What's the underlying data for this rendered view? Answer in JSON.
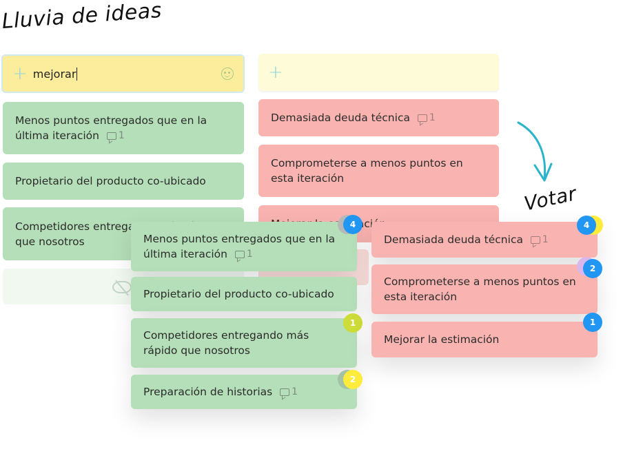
{
  "titles": {
    "brainstorm": "Lluvia de ideas",
    "vote": "Votar"
  },
  "colors": {
    "green_card": "#b4dfb8",
    "red_card": "#f9b4b1",
    "input_yellow": "#fbed9b",
    "input_light_yellow": "#fefbd9",
    "badge_blue": "#2196f3",
    "badge_lime": "#cddc39",
    "badge_yellow": "#ffeb3b",
    "arrow_teal": "#2bb4c9"
  },
  "brainstorm": {
    "left_column": {
      "input_value": "mejorar",
      "cards": [
        {
          "text": "Menos puntos entregados que en la última iteración",
          "comments": "1"
        },
        {
          "text": "Propietario del producto co-ubicado"
        },
        {
          "text": "Competidores entregando más rápido que nosotros"
        }
      ]
    },
    "right_column": {
      "input_value": "",
      "cards": [
        {
          "text": "Demasiada deuda técnica",
          "comments": "1"
        },
        {
          "text": "Comprometerse a menos puntos en esta iteración"
        },
        {
          "text": "Mejorar la estimación"
        }
      ]
    }
  },
  "vote": {
    "green_cards": [
      {
        "text": "Menos puntos entregados que en la última iteración",
        "comments": "1",
        "votes": "4"
      },
      {
        "text": "Propietario del producto co-ubicado"
      },
      {
        "text": "Competidores entregando más rápido que nosotros",
        "votes": "1"
      },
      {
        "text": "Preparación de historias",
        "comments": "1",
        "votes": "2"
      }
    ],
    "red_cards": [
      {
        "text": "Demasiada deuda técnica",
        "comments": "1",
        "votes": "4"
      },
      {
        "text": "Comprometerse a menos puntos en esta iteración",
        "votes": "2"
      },
      {
        "text": "Mejorar la estimación",
        "votes": "1"
      }
    ]
  }
}
